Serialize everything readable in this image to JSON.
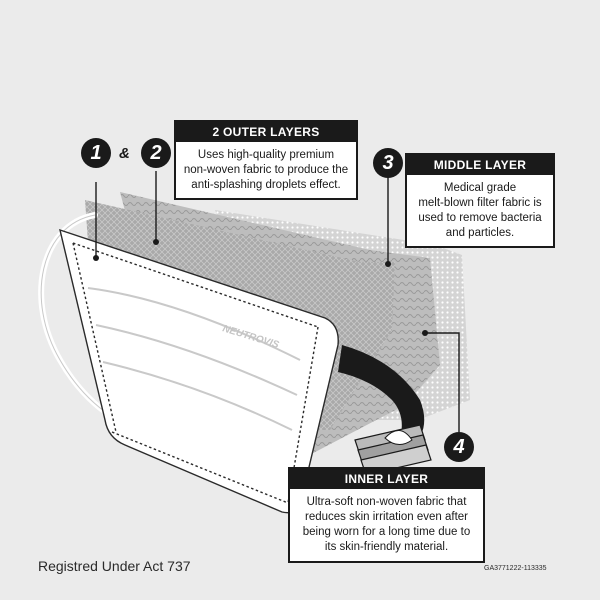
{
  "callouts": {
    "outer": {
      "numbers": [
        "1",
        "2"
      ],
      "joiner": "&",
      "heading": "2 OUTER LAYERS",
      "lines": [
        "Uses high-quality premium",
        "non-woven fabric to produce the",
        "anti-splashing droplets effect."
      ]
    },
    "middle": {
      "number": "3",
      "heading": "MIDDLE LAYER",
      "lines": [
        "Medical grade",
        "melt-blown filter fabric is",
        "used to remove bacteria",
        "and particles."
      ]
    },
    "inner": {
      "number": "4",
      "heading": "INNER LAYER",
      "lines": [
        "Ultra-soft non-woven fabric that",
        "reduces skin irritation even after",
        "being worn for a long time due to",
        "its skin-friendly material."
      ]
    }
  },
  "mask": {
    "brand": "NEUTROVIS"
  },
  "footer": {
    "registration": "Registred Under Act 737",
    "code": "GA3771222-113335"
  },
  "colors": {
    "background": "#ebebeb",
    "ink": "#1a1a1a",
    "panel": "#ffffff",
    "fabric": "#a8a8a8"
  }
}
